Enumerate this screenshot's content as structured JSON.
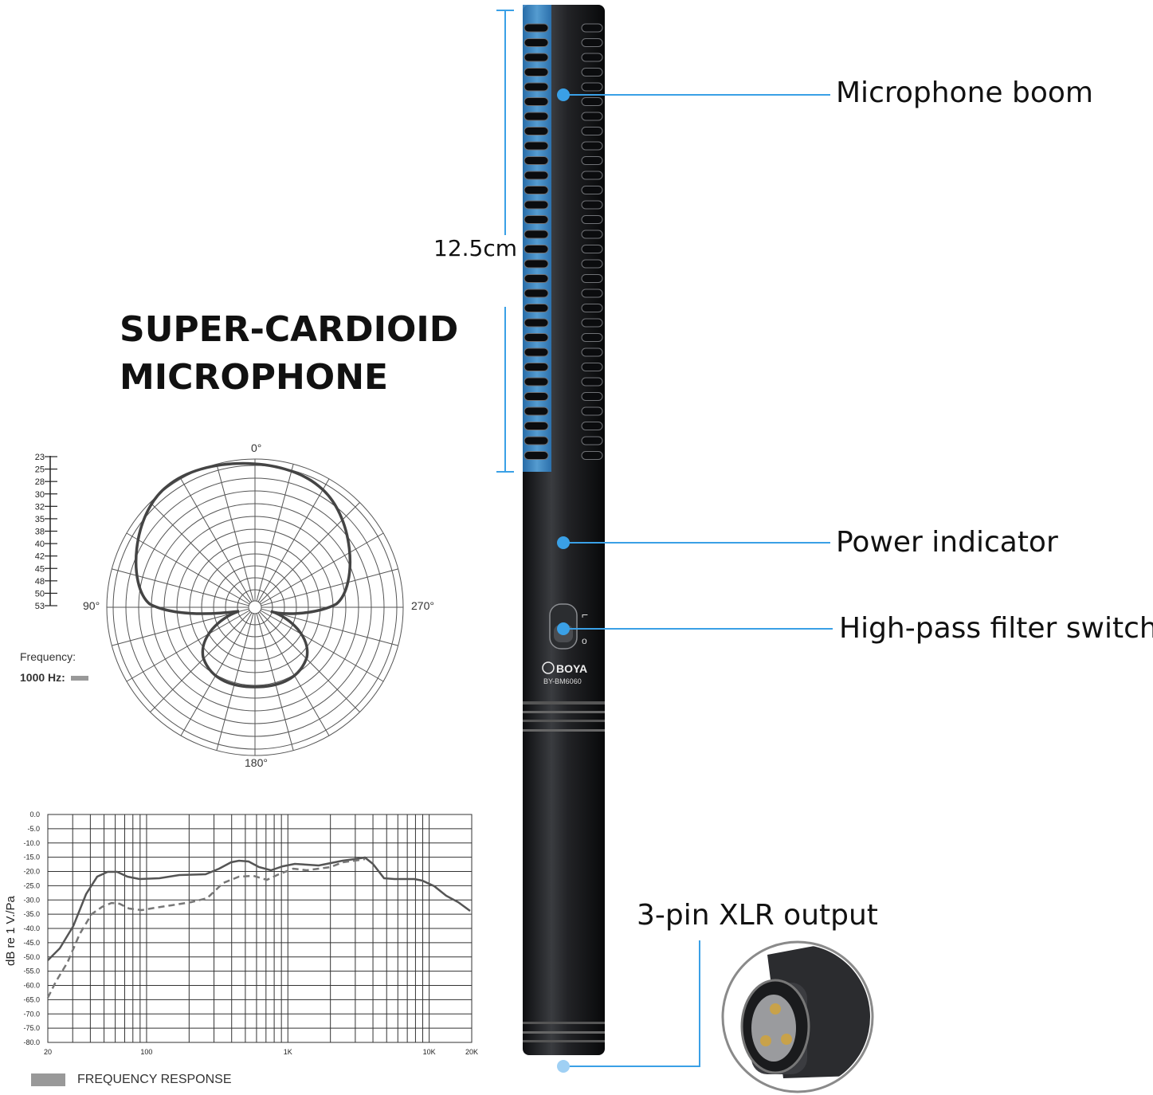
{
  "heading": {
    "line1": "SUPER-CARDIOID",
    "line2": "MICROPHONE"
  },
  "callouts": {
    "boom": "Microphone boom",
    "power": "Power indicator",
    "filter": "High-pass filter switch",
    "xlr": "3-pin XLR output"
  },
  "dimension": "12.5cm",
  "mic": {
    "brand": "BOYA",
    "model": "BY-BM6060"
  },
  "polar": {
    "db_scale": [
      "23",
      "25",
      "28",
      "30",
      "32",
      "35",
      "38",
      "40",
      "42",
      "45",
      "48",
      "50",
      "53"
    ],
    "angle_top": "0°",
    "angle_left": "90°",
    "angle_right": "270°",
    "angle_bottom": "180°",
    "legend_label": "Frequency:",
    "legend_value": "1000 Hz:"
  },
  "frequency": {
    "y_ticks": [
      "0.0",
      "-5.0",
      "-10.0",
      "-15.0",
      "-20.0",
      "-25.0",
      "-30.0",
      "-35.0",
      "-40.0",
      "-45.0",
      "-50.0",
      "-55.0",
      "-60.0",
      "-65.0",
      "-70.0",
      "-75.0",
      "-80.0"
    ],
    "x_ticks": [
      "20",
      "100",
      "1K",
      "10K",
      "20K"
    ],
    "ylabel": "dB re 1 V./Pa",
    "legend": "FREQUENCY RESPONSE"
  },
  "colors": {
    "accent": "#3aa0e6",
    "body": "#1b1c1e",
    "grid": "#444444"
  }
}
